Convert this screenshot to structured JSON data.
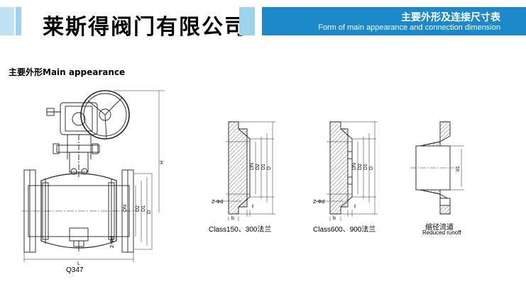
{
  "header": {
    "company": "莱斯得阀门有限公司",
    "title_zh": "主要外形及连接尺寸表",
    "title_en": "Form of main appearance and connection dimension"
  },
  "section": {
    "title": "主要外形Main appearance"
  },
  "drawings": {
    "main": {
      "model": "Q347",
      "dims": {
        "h": "H",
        "l": "L",
        "dn": "DN",
        "d2": "D2",
        "d1": "D1",
        "d": "D",
        "z": "Z-Φd"
      }
    },
    "flange_a": {
      "caption": "Class150、300法兰",
      "dims": {
        "dn": "DN",
        "d2": "D2",
        "d1": "D1",
        "d": "D",
        "z": "Z-Φd",
        "b": "b",
        "f": "f"
      }
    },
    "flange_b": {
      "caption": "Class600、900法兰",
      "dims": {
        "dn": "DN",
        "d2": "D2",
        "d1": "D1",
        "d": "D",
        "z": "Z-Φd",
        "b": "b",
        "f": "f"
      }
    },
    "reduced": {
      "caption_zh": "缩径流道",
      "caption_en": "Reduced runoff",
      "dims": {
        "d1": "d1"
      }
    }
  },
  "colors": {
    "accent": "#1a88c9",
    "light": "#9ed3ee"
  }
}
